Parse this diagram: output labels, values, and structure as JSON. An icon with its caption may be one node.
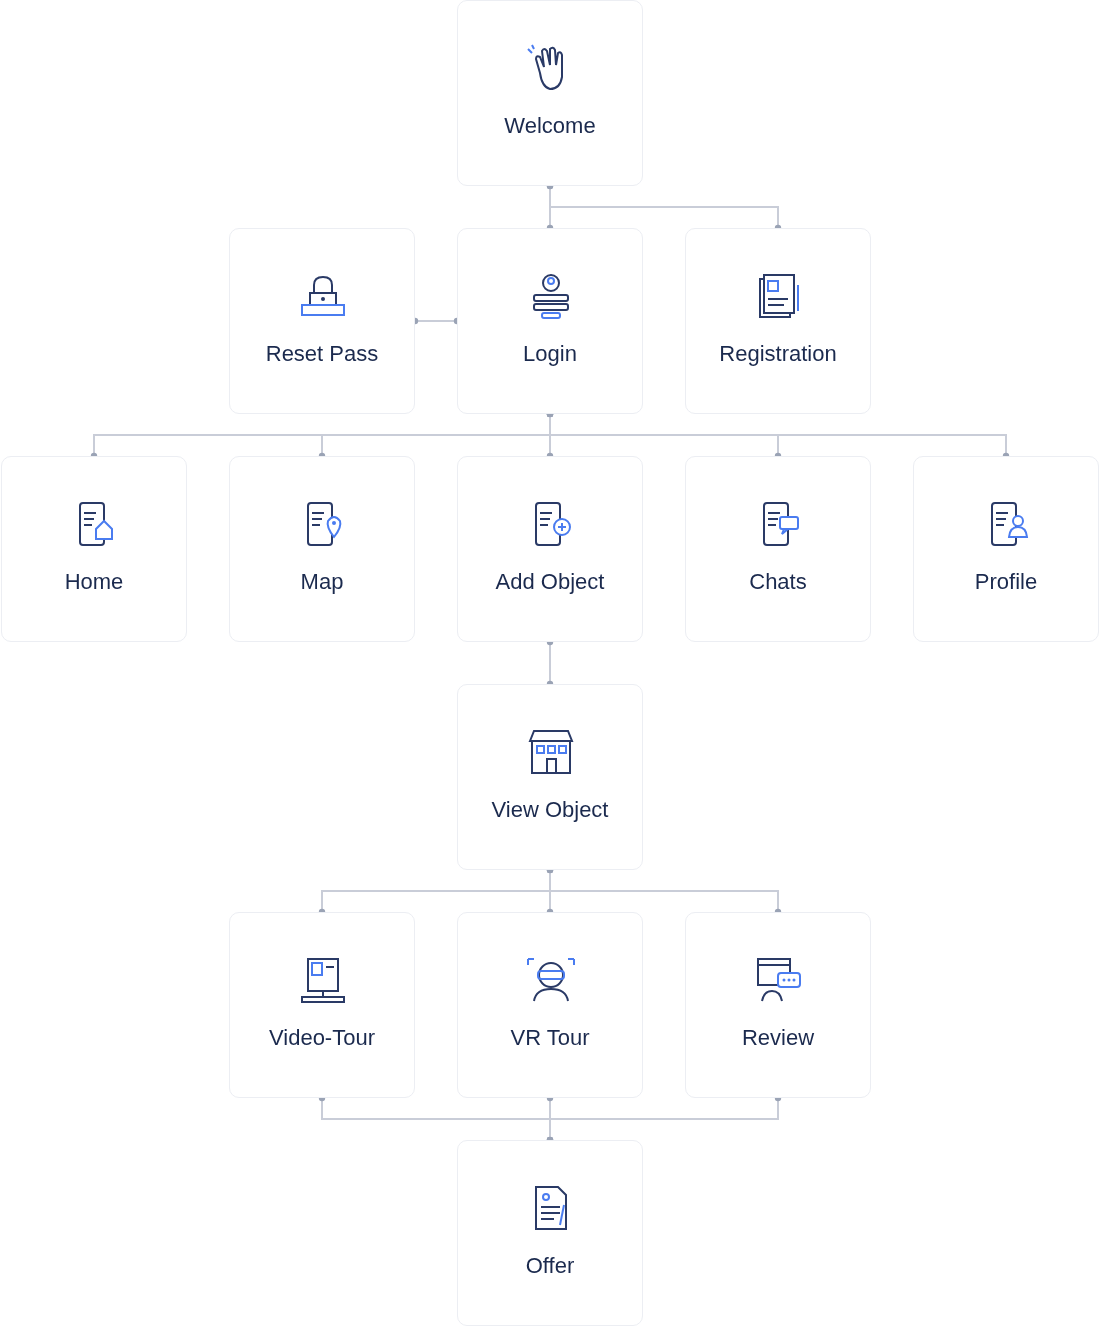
{
  "diagram": {
    "nodes": [
      {
        "text": [
          "Welcome"
        ]
      },
      {
        "text": [
          "Reset Pass"
        ]
      },
      {
        "text": [
          "Login"
        ]
      },
      {
        "text": [
          "Registration"
        ]
      },
      {
        "text": [
          "Home"
        ]
      },
      {
        "text": [
          "Map"
        ]
      },
      {
        "text": [
          "Add Object"
        ]
      },
      {
        "text": [
          "Chats"
        ]
      },
      {
        "text": [
          "Profile"
        ]
      },
      {
        "text": [
          "View Object"
        ]
      },
      {
        "text": [
          "Video-Tour"
        ]
      },
      {
        "text": [
          "VR Tour"
        ]
      },
      {
        "text": [
          "Review"
        ]
      },
      {
        "text": [
          "Offer"
        ]
      }
    ],
    "edges": [
      {
        "from": 0,
        "to": 2,
        "arrow": "other"
      },
      {
        "from": 0,
        "to": 3,
        "arrow": "other"
      },
      {
        "from": 2,
        "to": 1,
        "arrow": "other"
      },
      {
        "from": 2,
        "to": 4,
        "arrow": "other"
      },
      {
        "from": 2,
        "to": 5,
        "arrow": "other"
      },
      {
        "from": 2,
        "to": 6,
        "arrow": "other"
      },
      {
        "from": 2,
        "to": 7,
        "arrow": "other"
      },
      {
        "from": 2,
        "to": 8,
        "arrow": "other"
      },
      {
        "from": 6,
        "to": 9,
        "arrow": "other"
      },
      {
        "from": 9,
        "to": 10,
        "arrow": "other"
      },
      {
        "from": 9,
        "to": 11,
        "arrow": "other"
      },
      {
        "from": 9,
        "to": 12,
        "arrow": "other"
      },
      {
        "from": 10,
        "to": 13,
        "arrow": "other"
      },
      {
        "from": 11,
        "to": 13,
        "arrow": "other"
      },
      {
        "from": 12,
        "to": 13,
        "arrow": "other"
      }
    ]
  }
}
